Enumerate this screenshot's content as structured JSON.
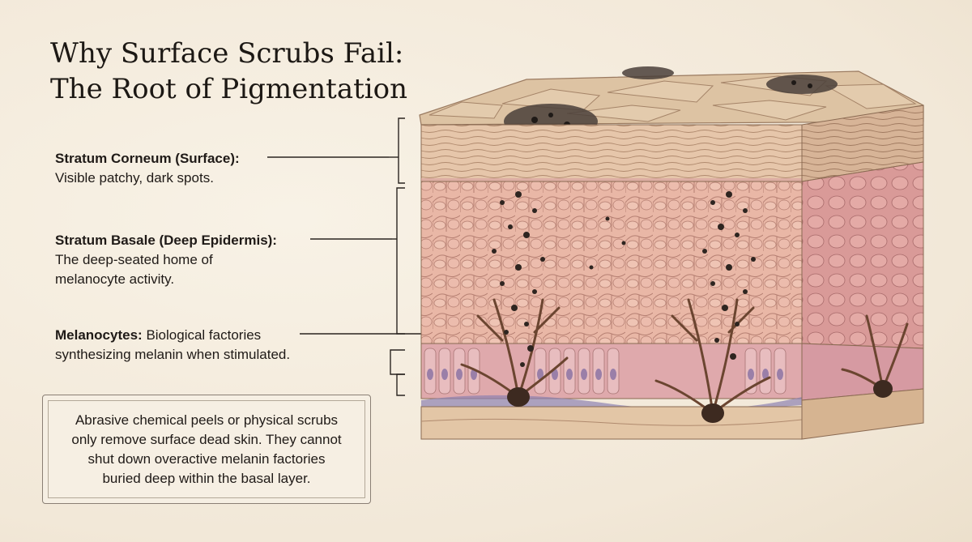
{
  "title": {
    "line1": "Why Surface Scrubs Fail:",
    "line2": "The Root of Pigmentation"
  },
  "labels": [
    {
      "head": "Stratum Corneum (Surface):",
      "text": "Visible patchy, dark spots."
    },
    {
      "head": "Stratum Basale (Deep Epidermis):",
      "text_line1": "The deep-seated home of",
      "text_line2": "melanocyte activity."
    },
    {
      "head": "Melanocytes:",
      "text_inline": "Biological factories",
      "text_line2": "synthesizing melanin when stimulated."
    }
  ],
  "callout": {
    "line1": "Abrasive chemical peels or physical scrubs",
    "line2": "only remove surface dead skin. They cannot",
    "line3": "shut down overactive melanin factories",
    "line4": "buried deep within the basal layer."
  },
  "colors": {
    "background": "#f5eddf",
    "skin_top": "#dcc2a4",
    "skin_cells": "#e8b4a4",
    "basal_cells": "#d9a1a6",
    "nucleus": "#9a7fa8",
    "melanin": "#3a2e28",
    "melanocyte": "#6b4530"
  }
}
